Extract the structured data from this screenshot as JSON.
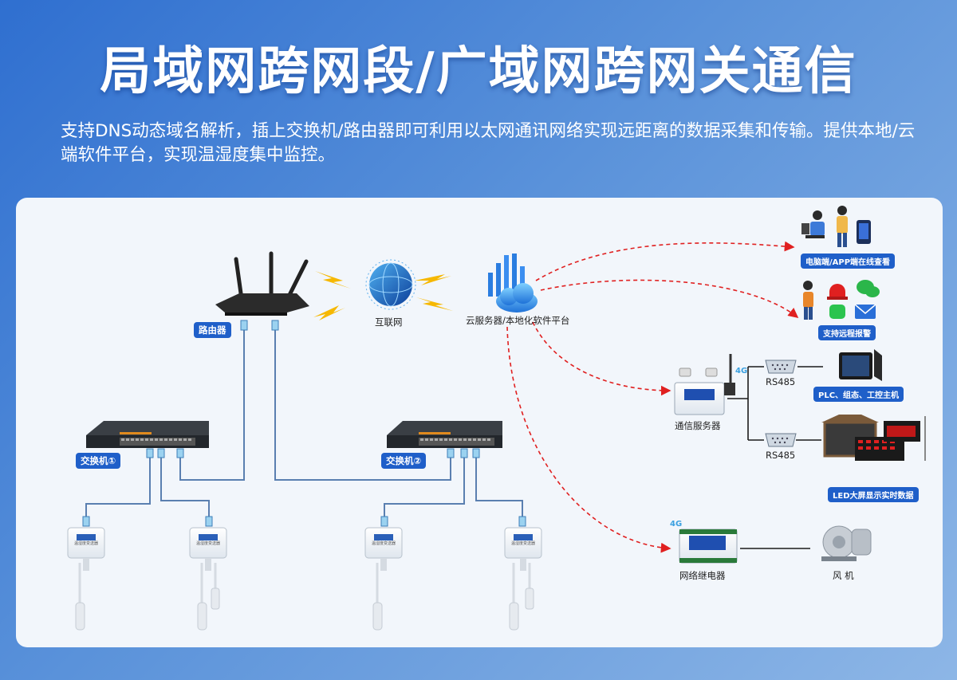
{
  "header": {
    "title": "局域网跨网段/广域网跨网关通信",
    "description": "支持DNS动态域名解析，插上交换机/路由器即可利用以太网通讯网络实现远距离的数据采集和传输。提供本地/云端软件平台，实现温湿度集中监控。"
  },
  "diagram": {
    "router_label": "路由器",
    "internet_label": "互联网",
    "cloud_label": "云服务器/本地化软件平台",
    "switch1_label": "交换机①",
    "switch2_label": "交换机②",
    "pc_app_label": "电脑端/APP端在线查看",
    "alarm_label": "支持远程报警",
    "comm_server_label": "通信服务器",
    "rs485_top": "RS485",
    "rs485_bottom": "RS485",
    "plc_label": "PLC、组态、工控主机",
    "led_label": "LED大屏显示实时数据",
    "relay_label": "网络继电器",
    "fan_label": "风 机",
    "badge_4g_a": "4G",
    "badge_4g_b": "4G",
    "sensor_caption": "温湿度变送器",
    "colors": {
      "accent": "#1f5fc9",
      "cable": "#5a7fb0",
      "dashed_arrow": "#e02020"
    }
  }
}
